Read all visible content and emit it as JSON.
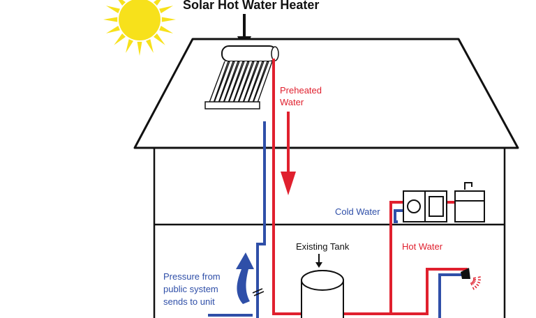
{
  "title": "Solar Hot Water Heater",
  "labels": {
    "preheated_line1": "Preheated",
    "preheated_line2": "Water",
    "cold_water": "Cold Water",
    "hot_water": "Hot Water",
    "existing_tank": "Existing Tank",
    "pressure_line1": "Pressure from",
    "pressure_line2": "public system",
    "pressure_line3": "sends to unit"
  },
  "colors": {
    "hot": "#e0202e",
    "cold": "#2f4fa8",
    "sun": "#f7e11b",
    "outline": "#111111"
  },
  "icons": [
    "sun-icon",
    "solar-collector-icon",
    "washer-dryer-icon",
    "sink-icon",
    "shower-head-icon",
    "water-tank-icon",
    "valve-icon"
  ]
}
